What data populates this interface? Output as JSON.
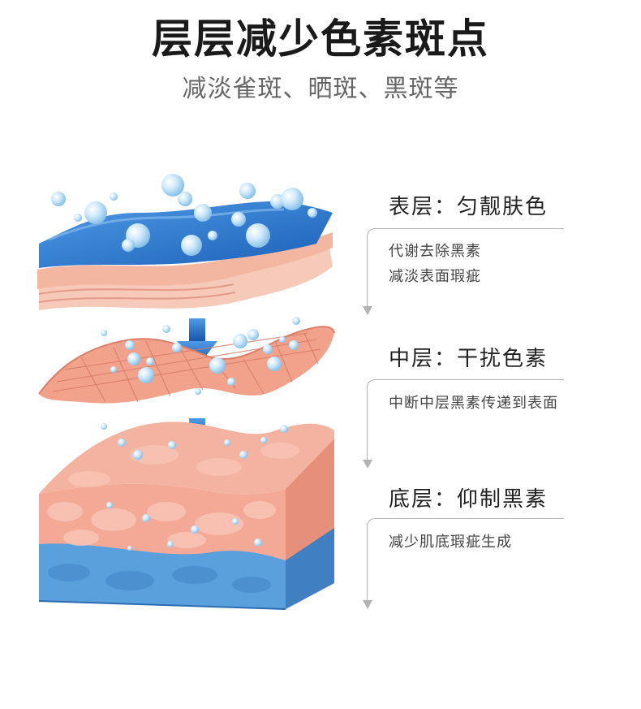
{
  "header": {
    "title": "层层减少色素斑点",
    "subtitle": "减淡雀斑、晒斑、黑斑等"
  },
  "layers": [
    {
      "heading": "表层：匀靓肤色",
      "lines": [
        "代谢去除黑素",
        "减淡表面瑕疵"
      ]
    },
    {
      "heading": "中层：干扰色素",
      "lines": [
        "中断中层黑素传递到表面"
      ]
    },
    {
      "heading": "底层：仰制黑素",
      "lines": [
        "减少肌底瑕疵生成"
      ]
    }
  ],
  "colors": {
    "accent_blue": "#1f6fc4",
    "skin_pink": "#f0a38c",
    "bracket_gray": "#b3b3b3"
  }
}
